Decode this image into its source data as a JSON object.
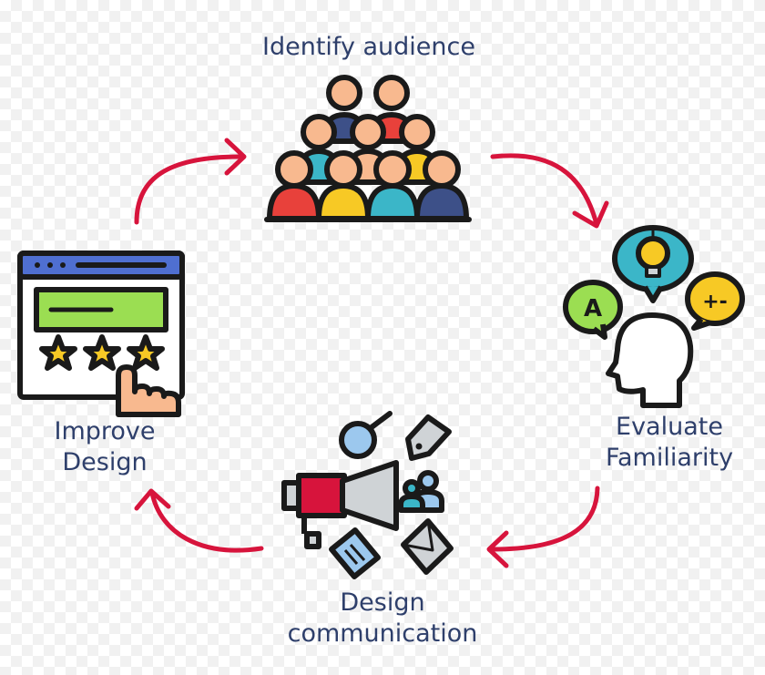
{
  "colors": {
    "arrow": "#d7143c",
    "text": "#2e3f6b",
    "outline": "#1a1a1a",
    "red": "#e8413b",
    "yellow": "#f7c925",
    "teal": "#3bb6c8",
    "navy": "#3d5088",
    "skin": "#f8b98f",
    "green": "#9bde52",
    "blue_frame": "#4f6fd1",
    "light_blue": "#9cc8ee",
    "grey": "#cfd3d6"
  },
  "diagram": {
    "nodes": [
      {
        "id": "identify",
        "icon": "audience-icon",
        "lines": [
          "Identify audience"
        ]
      },
      {
        "id": "evaluate",
        "icon": "thinking-head-icon",
        "lines": [
          "Evaluate",
          "Familiarity"
        ]
      },
      {
        "id": "communicate",
        "icon": "megaphone-icon",
        "lines": [
          "Design",
          "communication"
        ]
      },
      {
        "id": "improve",
        "icon": "rating-window-icon",
        "lines": [
          "Improve",
          "Design"
        ]
      }
    ],
    "edges": [
      {
        "from": "improve",
        "to": "identify"
      },
      {
        "from": "identify",
        "to": "evaluate"
      },
      {
        "from": "evaluate",
        "to": "communicate"
      },
      {
        "from": "communicate",
        "to": "improve"
      }
    ]
  }
}
